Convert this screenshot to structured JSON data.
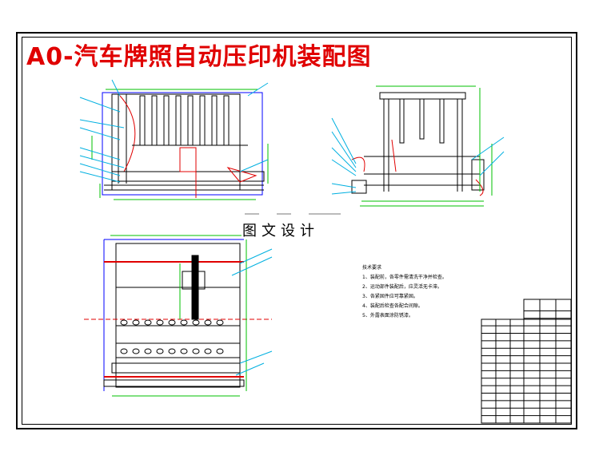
{
  "title": "A0-汽车牌照自动压印机装配图",
  "watermark": "图文设计",
  "notes": {
    "heading": "技术要求",
    "items": [
      "1、装配前，各零件需清洗干净并检查。",
      "2、运动部件装配后，应灵活无卡滞。",
      "3、各紧固件应可靠紧固。",
      "4、装配后检查各配合间隙。",
      "5、外露表面涂防锈漆。"
    ]
  },
  "colors": {
    "line": "#000000",
    "dimension": "#00c000",
    "leader": "#00b0e0",
    "hatch": "#e00000",
    "center": "#e00000",
    "frame": "#0000ff"
  },
  "views": [
    "front-view",
    "side-view",
    "top-view"
  ],
  "title_block": {
    "rows": 16
  }
}
